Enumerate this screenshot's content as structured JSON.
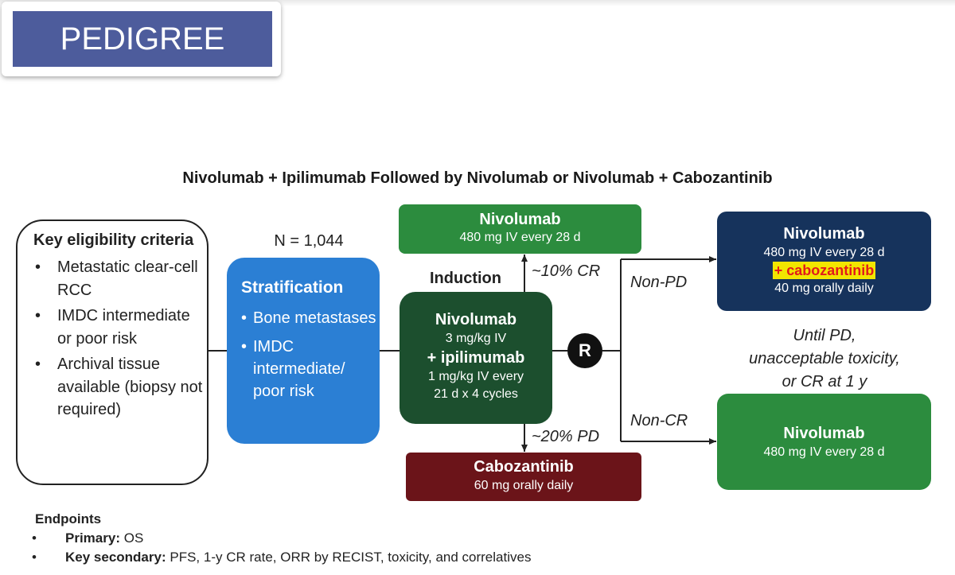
{
  "title": "PEDIGREE",
  "diagram_title": "Nivolumab + Ipilimumab Followed by Nivolumab or Nivolumab + Cabozantinib",
  "eligibility": {
    "title": "Key eligibility criteria",
    "items": [
      "Metastatic clear-cell RCC",
      "IMDC intermediate or poor risk",
      "Archival tissue available (biopsy not required)"
    ]
  },
  "n_label": "N = 1,044",
  "stratification": {
    "title": "Stratification",
    "items": [
      "Bone metastases",
      "IMDC intermediate/ poor risk"
    ]
  },
  "induction": {
    "label": "Induction",
    "drug1": "Nivolumab",
    "dose1": "3 mg/kg IV",
    "drug2": "+ ipilimumab",
    "dose2": "1 mg/kg IV every",
    "dose3": "21 d x 4 cycles"
  },
  "nivo_cr_arm": {
    "drug": "Nivolumab",
    "dose": "480 mg IV every 28 d"
  },
  "cabo_pd_arm": {
    "drug": "Cabozantinib",
    "dose": "60 mg orally daily"
  },
  "cr_label": "~10% CR",
  "pd_label": "~20% PD",
  "randomize_label": "R",
  "non_pd_label": "Non-PD",
  "non_cr_label": "Non-CR",
  "combo_arm": {
    "drug": "Nivolumab",
    "dose": "480 mg IV every 28 d",
    "addon": "+ cabozantinib",
    "addon_dose": "40 mg orally daily"
  },
  "until_text": [
    "Until PD,",
    "unacceptable toxicity,",
    "or CR at 1 y"
  ],
  "mono_arm": {
    "drug": "Nivolumab",
    "dose": "480 mg IV every 28 d"
  },
  "endpoints": {
    "title": "Endpoints",
    "primary_label": "Primary:",
    "primary_value": "OS",
    "secondary_label": "Key secondary:",
    "secondary_value": "PFS, 1-y CR rate, ORR by RECIST, toxicity, and correlatives"
  },
  "colors": {
    "title_bar": "#4d5c9c",
    "stratification": "#2b7fd4",
    "green_arm": "#2c8c3e",
    "induction": "#1c4f2e",
    "cabozantinib": "#6b1419",
    "combo_arm": "#16335c",
    "highlight": "#f2e600",
    "highlight_text": "#e21b1b"
  }
}
